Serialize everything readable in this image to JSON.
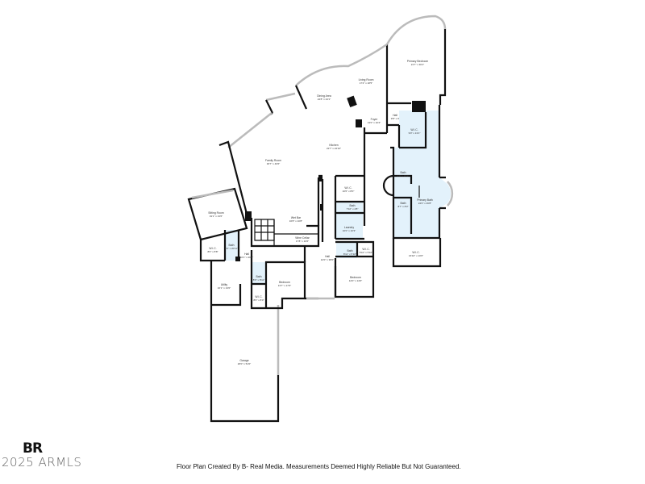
{
  "rooms": [
    {
      "name": "Primary Bedroom",
      "size": "21'7\" x 30'1\""
    },
    {
      "name": "Living Room",
      "size": "17'4\" x 18'5\""
    },
    {
      "name": "Dining Area",
      "size": "24'8\" x 24'1\""
    },
    {
      "name": "Foyer",
      "size": "13'0\" x 10'4\""
    },
    {
      "name": "Hall",
      "size": "9'8\" x 9'"
    },
    {
      "name": "W.I.C.",
      "size": "9'0\" x 13'1\""
    },
    {
      "name": "Kitchen",
      "size": "22'7\" x 24'10\""
    },
    {
      "name": "Family Room",
      "size": "30'7\" x 40'6\""
    },
    {
      "name": "Bath",
      "size": "9'8\" x 15'2\""
    },
    {
      "name": "W.I.C.",
      "size": "10'0\" x 8'0\""
    },
    {
      "name": "Primary Bath",
      "size": "24'0\" x 46'8\""
    },
    {
      "name": "Bath",
      "size": "8'7\" x 8'3\""
    },
    {
      "name": "Bath",
      "size": "7'10\" x 4'8\""
    },
    {
      "name": "Sitting Room",
      "size": "19'1\" x 13'6\""
    },
    {
      "name": "Wet Bar",
      "size": "16'8\" x 10'8\""
    },
    {
      "name": "Laundry",
      "size": "10'0\" x 10'3\""
    },
    {
      "name": "Wine Cellar",
      "size": "17'8\" x 10'6\""
    },
    {
      "name": "Bath",
      "size": "8'0\" x 20'11\""
    },
    {
      "name": "W.I.C.",
      "size": "8'0\" x 8'8\""
    },
    {
      "name": "Hall",
      "size": "16'1\" x 20'0\""
    },
    {
      "name": "Hall",
      "size": "12'0\" x 38'0\""
    },
    {
      "name": "Bath",
      "size": "8'11\" x 5'10\""
    },
    {
      "name": "W.I.C.",
      "size": "5'10\" x 5'10\""
    },
    {
      "name": "W.I.C.",
      "size": "16'10\" x 10'0\""
    },
    {
      "name": "Bath",
      "size": "8'0\" x 8'11\""
    },
    {
      "name": "Bedroom",
      "size": "13'7\" x 17'6\""
    },
    {
      "name": "Bedroom",
      "size": "14'0\" x 14'0\""
    },
    {
      "name": "Utility",
      "size": "16'1\" x 13'0\""
    },
    {
      "name": "W.I.C.",
      "size": "8'0\" x 8'0\""
    },
    {
      "name": "Garage",
      "size": "26'0\" x 51'0\""
    }
  ],
  "logo": {
    "mark": "BR",
    "copyright": "2025 ARMLS"
  },
  "footer": "Floor Plan Created By B- Real Media. Measurements Deemed Highly Reliable But Not Guaranteed."
}
